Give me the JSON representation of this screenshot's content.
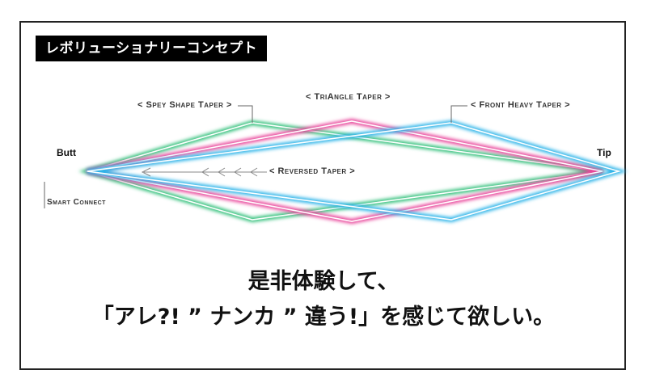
{
  "banner": "レボリューショナリーコンセプト",
  "labels": {
    "butt": "Butt",
    "tip": "Tip",
    "spey": "< Spey Shape Taper >",
    "triangle": "< TriAngle Taper >",
    "front": "< Front Heavy Taper >",
    "reversed": "< Reversed Taper >",
    "smart": "Smart Connect"
  },
  "colors": {
    "green": "#33c07a",
    "pink": "#e8449a",
    "blue": "#2cb3e8",
    "gray": "#888888"
  },
  "message": {
    "line1": "是非体験して、",
    "line2": "「アレ?! ” ナンカ ” 違う!」を感じて欲しい。"
  }
}
